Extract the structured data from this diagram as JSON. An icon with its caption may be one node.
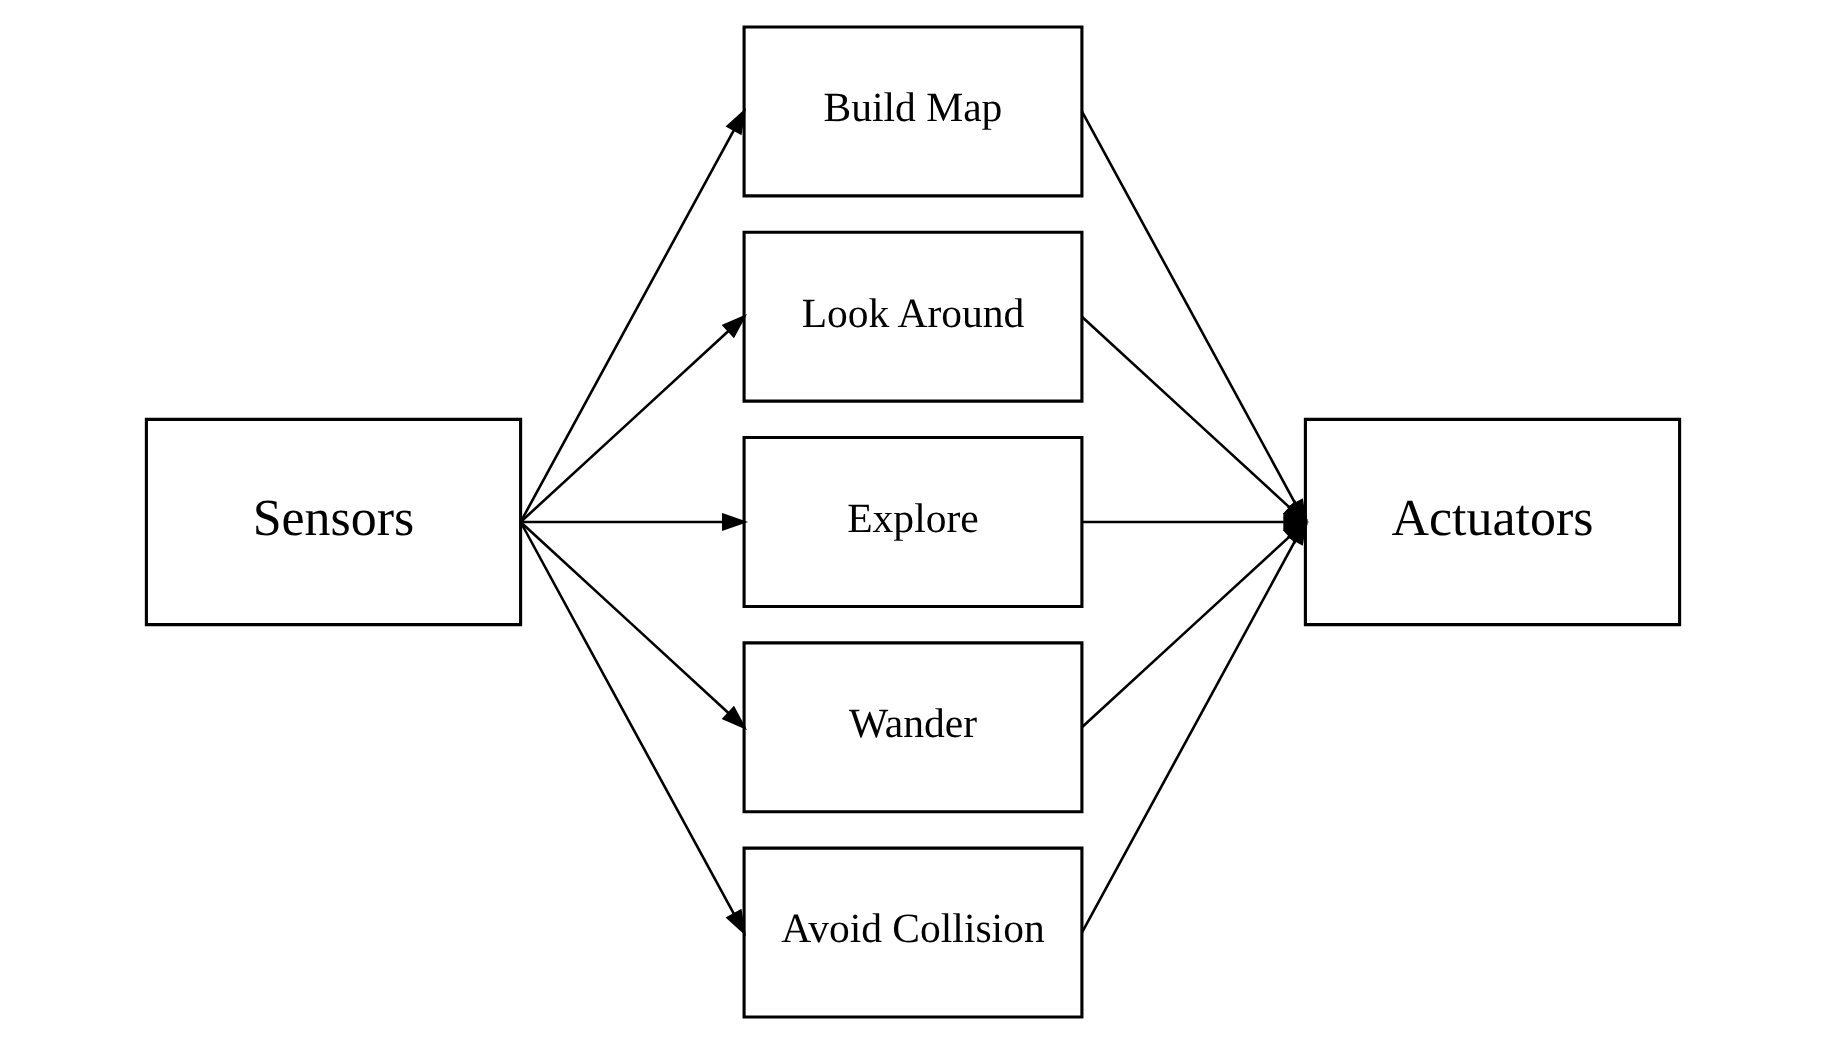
{
  "diagram": {
    "nodes": [
      {
        "text": [
          "Sensors"
        ]
      },
      {
        "text": [
          "Build Map"
        ]
      },
      {
        "text": [
          "Look Around"
        ]
      },
      {
        "text": [
          "Explore"
        ]
      },
      {
        "text": [
          "Wander"
        ]
      },
      {
        "text": [
          "Avoid Collision"
        ]
      },
      {
        "text": [
          "Actuators"
        ]
      }
    ],
    "edges": [
      {
        "from": 0,
        "to": 1,
        "arrow": "to"
      },
      {
        "from": 0,
        "to": 2,
        "arrow": "to"
      },
      {
        "from": 0,
        "to": 3,
        "arrow": "to"
      },
      {
        "from": 0,
        "to": 4,
        "arrow": "to"
      },
      {
        "from": 0,
        "to": 5,
        "arrow": "to"
      },
      {
        "from": 1,
        "to": 6,
        "arrow": "to"
      },
      {
        "from": 2,
        "to": 6,
        "arrow": "to"
      },
      {
        "from": 3,
        "to": 6,
        "arrow": "to"
      },
      {
        "from": 4,
        "to": 6,
        "arrow": "to"
      },
      {
        "from": 5,
        "to": 6,
        "arrow": "to"
      }
    ]
  }
}
